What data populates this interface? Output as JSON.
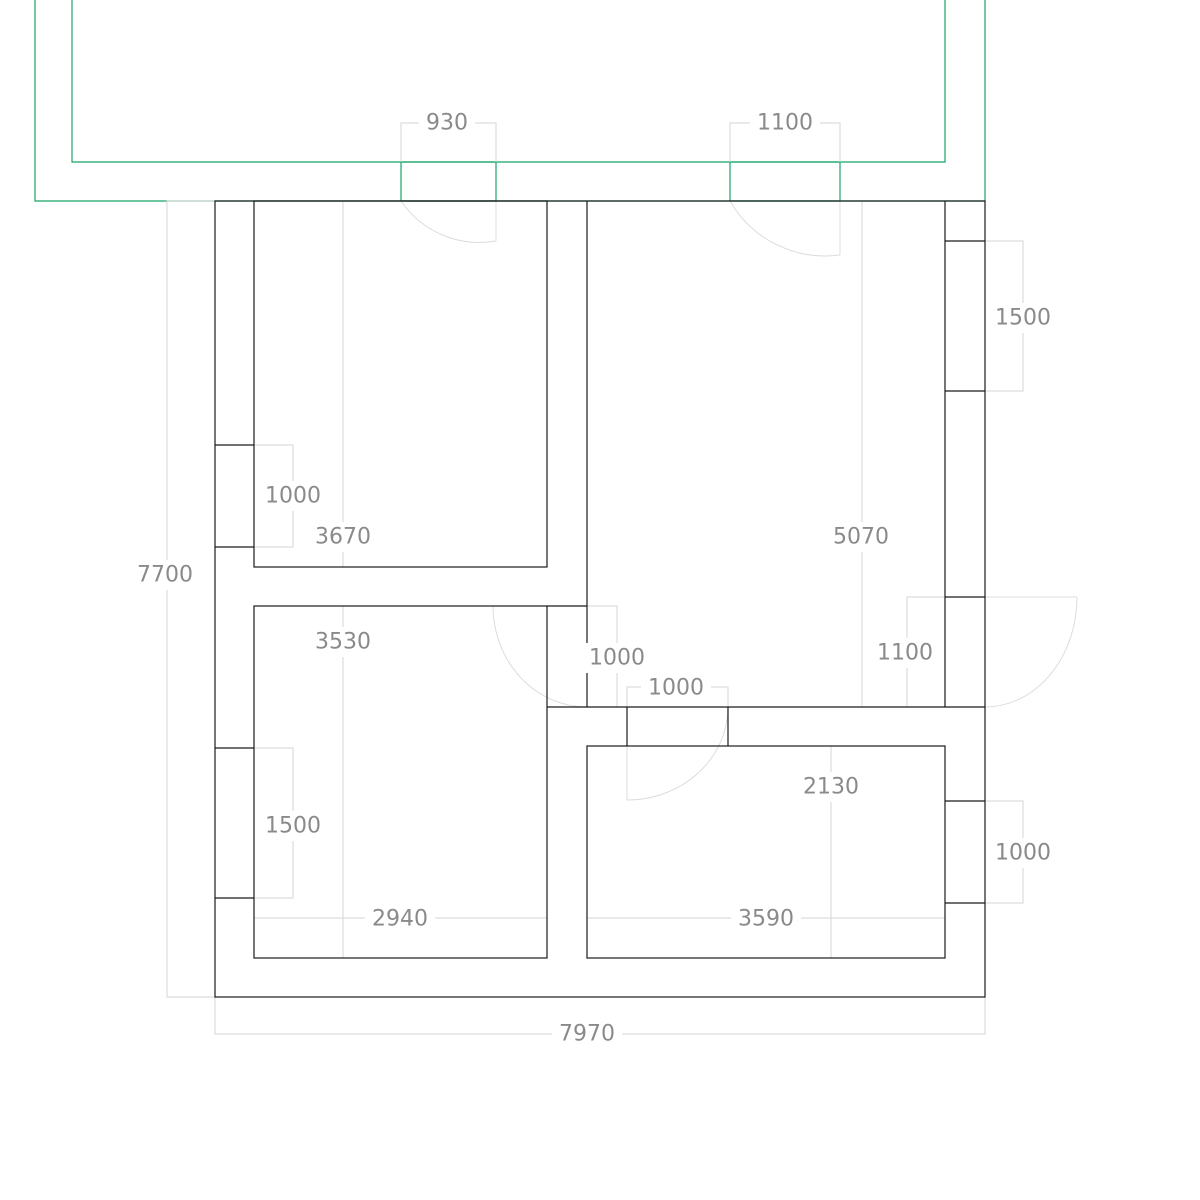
{
  "colors": {
    "walls": "#1a1a1a",
    "exterior_outline": "#17a567",
    "dimension_lines": "#d6d6d6",
    "door_swings": "#dcdcdc",
    "label_text": "#8a8a8a",
    "background": "#ffffff"
  },
  "dimensions": {
    "overall_width": "7970",
    "overall_depth": "7700",
    "entry_door_left": "930",
    "entry_door_right": "1100",
    "room_nw_depth": "3670",
    "window_west_upper": "1000",
    "room_sw_depth": "3530",
    "window_west_lower": "1500",
    "room_sw_width": "2940",
    "door_inner_west": "1000",
    "door_inner_south": "1000",
    "room_ne_depth": "5070",
    "window_east_upper": "1500",
    "door_east": "1100",
    "room_se_depth": "2130",
    "window_east_lower": "1000",
    "room_se_width": "3590"
  }
}
